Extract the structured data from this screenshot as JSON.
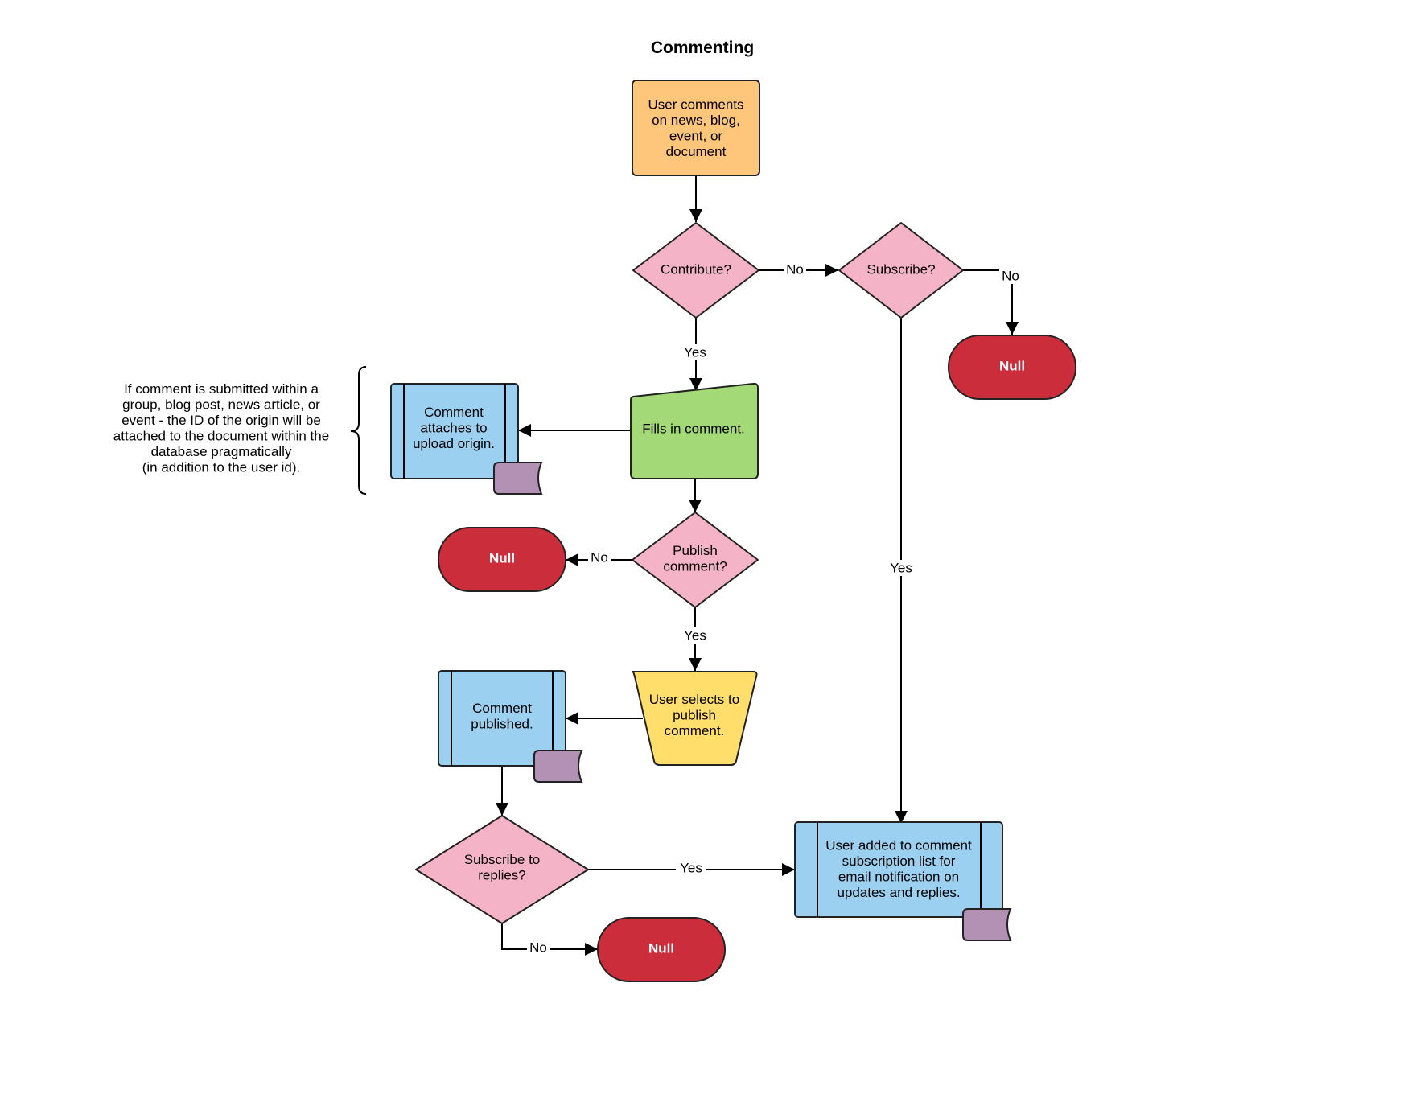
{
  "title": "Commenting",
  "colors": {
    "start": "#fec67a",
    "decision": "#f5b3c8",
    "input": "#a3d977",
    "process": "#9bd0f0",
    "manual": "#ffde6c",
    "terminator": "#cc2d3b",
    "doc_tab": "#b391b5"
  },
  "nodes": {
    "start": [
      "User comments",
      "on news, blog,",
      "event, or",
      "document"
    ],
    "contribute": [
      "Contribute?"
    ],
    "subscribe": [
      "Subscribe?"
    ],
    "null_1": [
      "Null"
    ],
    "fills_in": [
      "Fills in comment."
    ],
    "attaches": [
      "Comment",
      "attaches to",
      "upload origin."
    ],
    "publish_q": [
      "Publish",
      "comment?"
    ],
    "null_2": [
      "Null"
    ],
    "user_selects": [
      "User selects to",
      "publish",
      "comment."
    ],
    "published": [
      "Comment",
      "published."
    ],
    "subscribe_replies": [
      "Subscribe to",
      "replies?"
    ],
    "null_3": [
      "Null"
    ],
    "added": [
      "User added to comment",
      "subscription list for",
      "email notification on",
      "updates and replies."
    ]
  },
  "note": [
    "If comment is submitted within a",
    "group, blog post, news article, or",
    "event - the ID of the origin will be",
    "attached to the document within the",
    "database pragmatically",
    "(in addition to the user id)."
  ],
  "edge_labels": {
    "contribute_no": "No",
    "contribute_yes": "Yes",
    "subscribe_no": "No",
    "subscribe_yes": "Yes",
    "publish_no": "No",
    "publish_yes": "Yes",
    "replies_yes": "Yes",
    "replies_no": "No"
  }
}
